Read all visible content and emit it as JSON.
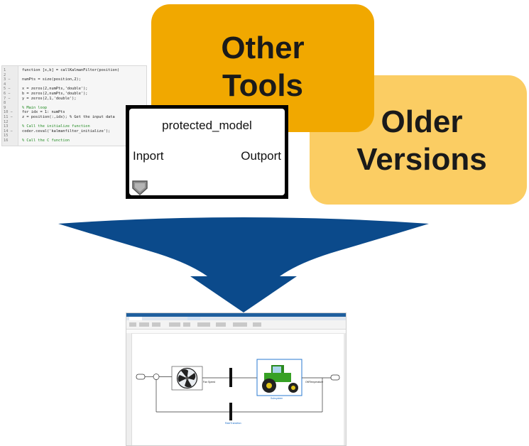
{
  "cards": {
    "other_tools": {
      "line1": "Other",
      "line2": "Tools",
      "color": "#f1a800"
    },
    "older_versions": {
      "line1": "Older",
      "line2": "Versions",
      "color": "#fbcd63"
    }
  },
  "code_editor": {
    "lines": [
      {
        "num": "1",
        "text": "function [x,b] = callKalmanFilter(position)",
        "comment": false
      },
      {
        "num": "2",
        "text": "",
        "comment": false
      },
      {
        "num": "3 −",
        "text": "numPts = size(position,2);",
        "comment": false
      },
      {
        "num": "4",
        "text": "",
        "comment": false
      },
      {
        "num": "5 −",
        "text": "x = zeros(2,numPts,'double');",
        "comment": false
      },
      {
        "num": "6 −",
        "text": "b = zeros(2,numPts,'double');",
        "comment": false
      },
      {
        "num": "7 −",
        "text": "y = zeros(2,1,'double');",
        "comment": false
      },
      {
        "num": "8",
        "text": "",
        "comment": false
      },
      {
        "num": "9",
        "text": "% Main loop",
        "comment": true
      },
      {
        "num": "10 −",
        "text": "for idx = 1: numPts",
        "comment": false
      },
      {
        "num": "11 −",
        "text": "    z = position(:,idx);     % Get the input data",
        "comment": false
      },
      {
        "num": "12",
        "text": "",
        "comment": false
      },
      {
        "num": "13",
        "text": "    % Call the initialize function",
        "comment": true
      },
      {
        "num": "14 −",
        "text": "    coder.ceval('kalmanfilter_initialize');",
        "comment": false
      },
      {
        "num": "15",
        "text": "",
        "comment": false
      },
      {
        "num": "16",
        "text": "    % Call the C function",
        "comment": true
      }
    ],
    "cursor": "I"
  },
  "protected_model": {
    "title": "protected_model",
    "inport": "Inport",
    "outport": "Outport"
  },
  "arrow_color": "#0b4a8b",
  "simulink_model": {
    "labels": {
      "fan_speed": "Fan Speed",
      "tractor": "Subsystem",
      "rate_transition": "RateTransition",
      "out_label": "Off/Temperature"
    }
  }
}
